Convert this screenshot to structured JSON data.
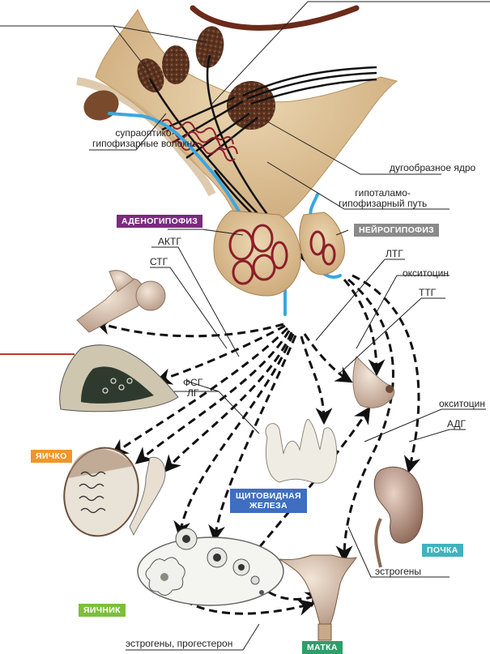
{
  "title": "Гипоталамо-гипофизарная система и органы-мишени",
  "tags": {
    "adenohypophysis": {
      "text": "АДЕНОГИПОФИЗ",
      "color": "#7b2a7f"
    },
    "neurohypophysis": {
      "text": "НЕЙРОГИПОФИЗ",
      "color": "#8a8a8a"
    },
    "testis": {
      "text": "ЯИЧКО",
      "color": "#f0962a"
    },
    "thyroid": {
      "line1": "ЩИТОВИДНАЯ",
      "line2": "ЖЕЛЕЗА",
      "color": "#3e6ec0"
    },
    "kidney": {
      "text": "ПОЧКА",
      "color": "#3fb3c0"
    },
    "ovary": {
      "text": "ЯИЧНИК",
      "color": "#7cbf3a"
    },
    "uterus": {
      "text": "МАТКА",
      "color": "#2e9e6a"
    }
  },
  "labels": {
    "supraoptic_fibers": {
      "line1": "супраоптико-",
      "line2": "гипофизарные волокна"
    },
    "arcuate_nucleus": "дугообразное ядро",
    "hypothalamo_pituitary_tract": {
      "line1": "гипоталамо-",
      "line2": "гипофизарный путь"
    },
    "actg": "АКТГ",
    "stg": "СТГ",
    "ltg": "ЛТГ",
    "oxytocin_top": "окситоцин",
    "ttg": "ТТГ",
    "fsg": "ФСГ",
    "lg": "ЛГ",
    "oxytocin_right": "окситоцин",
    "adg": "АДГ",
    "estrogens": "эстрогены",
    "estrogens_progesterone": "эстрогены, прогестерон"
  },
  "colors": {
    "tissue": "#d9bf95",
    "nucleus": "#5a3220",
    "vessel": "#8c1f2a",
    "portal": "#3aa7e0",
    "accent_line": "#c0392b"
  }
}
